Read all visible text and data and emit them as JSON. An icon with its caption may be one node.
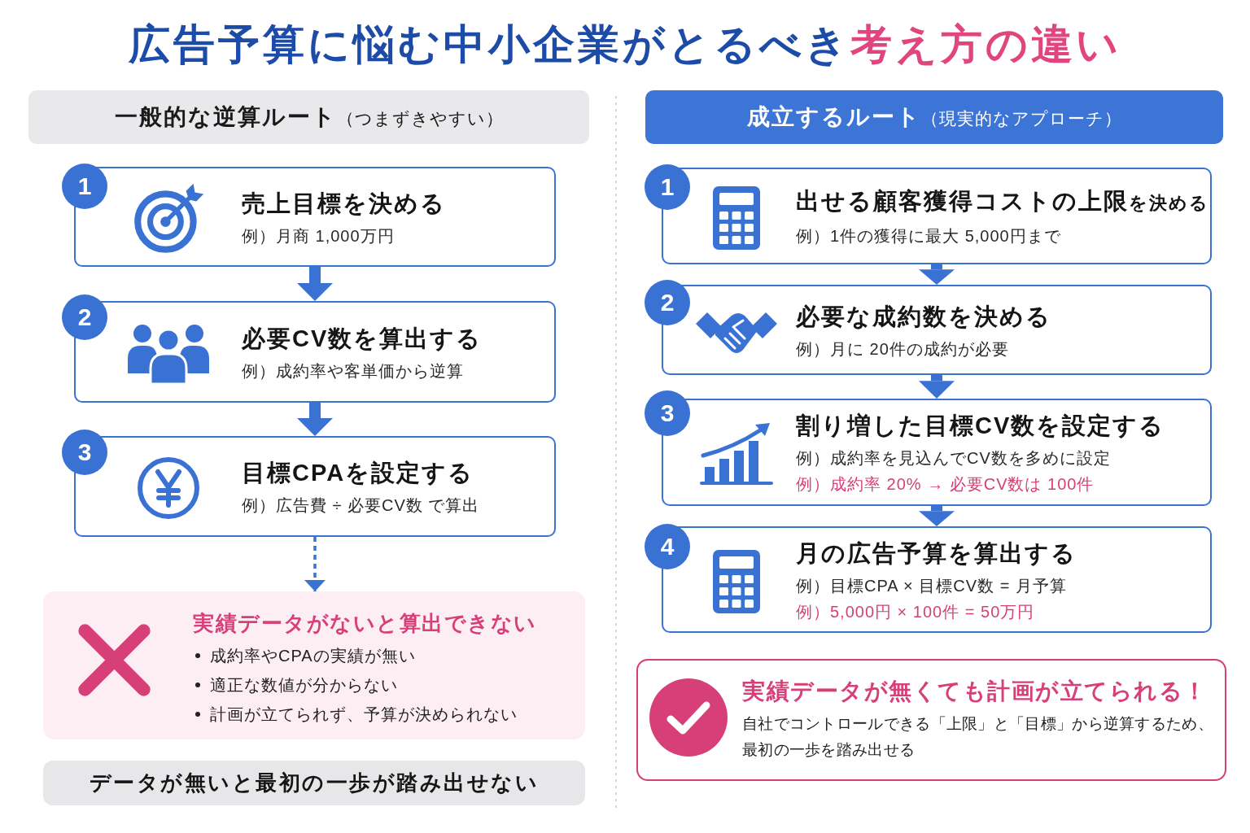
{
  "diagram": {
    "title": "広告予算に悩む中小企業がとるべき**考え方の違い**",
    "nodes": [
      {
        "text": [
          "**一般的な逆算ルート**（つまずきやすい）"
        ]
      },
      {
        "text": [
          "1"
        ]
      },
      {
        "text": [
          "売上目標を決める",
          "例）月商 1,000万円"
        ]
      },
      {
        "text": [
          "2"
        ]
      },
      {
        "text": [
          "必要CV数を算出する",
          "例）成約率や客単価から逆算"
        ]
      },
      {
        "text": [
          "3"
        ]
      },
      {
        "text": [
          "目標CPAを設定する",
          "例）広告費 ÷ 必要CV数 で算出"
        ]
      },
      {
        "text": [
          "実績データがないと算出できない",
          "成約率やCPAの実績が無い",
          "適正な数値が分からない",
          "計画が立てられず、予算が決められない"
        ]
      },
      {
        "text": [
          "データが無いと最初の一歩が踏み出せない"
        ]
      },
      {
        "text": [
          "**成立するルート**（現実的なアプローチ）"
        ]
      },
      {
        "text": [
          "1"
        ]
      },
      {
        "text": [
          "**出せる顧客獲得コストの上限**を決める",
          "例）1件の獲得に最大 5,000円まで"
        ]
      },
      {
        "text": [
          "2"
        ]
      },
      {
        "text": [
          "必要な成約数を決める",
          "例）月に 20件の成約が必要"
        ]
      },
      {
        "text": [
          "3"
        ]
      },
      {
        "text": [
          "割り増した目標CV数を設定する",
          "例）成約率を見込んでCV数を多めに設定",
          "例）成約率 20% → 必要CV数は 100件"
        ]
      },
      {
        "text": [
          "4"
        ]
      },
      {
        "text": [
          "月の広告予算を算出する",
          "例）目標CPA × 目標CV数 = 月予算",
          "例）5,000円 × 100件 = 50万円"
        ]
      },
      {
        "text": [
          "実績データが無くても計画が立てられる！",
          "自社でコントロールできる「上限」と「目標」から逆算するため、最初の一歩を踏み出せる"
        ]
      }
    ],
    "edges": [
      {
        "from": 2,
        "to": 4,
        "arrow": "to"
      },
      {
        "from": 4,
        "to": 6,
        "arrow": "to"
      },
      {
        "from": 6,
        "to": 7,
        "arrow": "to",
        "style": "dashed"
      },
      {
        "from": 11,
        "to": 13,
        "arrow": "to"
      },
      {
        "from": 13,
        "to": 15,
        "arrow": "to"
      },
      {
        "from": 15,
        "to": 17,
        "arrow": "to"
      }
    ]
  }
}
